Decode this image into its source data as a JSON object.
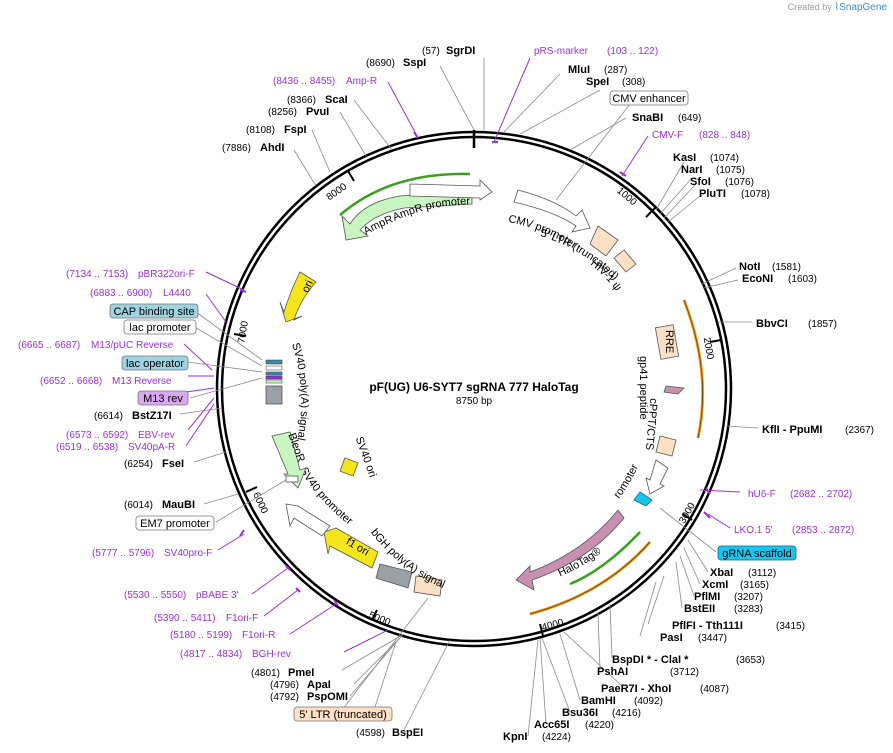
{
  "credit": {
    "prefix": "Created by",
    "brand": "SnapGene"
  },
  "plasmid": {
    "name": "pF(UG) U6-SYT7 sgRNA 777 HaloTag",
    "size": "8750 bp"
  },
  "ticks": [
    "1000",
    "2000",
    "3000",
    "4000",
    "5000",
    "6000",
    "7000",
    "8000"
  ],
  "enzymes": [
    {
      "name": "SgrDI",
      "pos": "(57)"
    },
    {
      "name": "SspI",
      "pos": "(8690)"
    },
    {
      "name": "MluI",
      "pos": "(287)"
    },
    {
      "name": "SpeI",
      "pos": "(308)"
    },
    {
      "name": "SnaBI",
      "pos": "(649)"
    },
    {
      "name": "ScaI",
      "pos": "(8366)"
    },
    {
      "name": "PvuI",
      "pos": "(8256)"
    },
    {
      "name": "FspI",
      "pos": "(8108)"
    },
    {
      "name": "AhdI",
      "pos": "(7886)"
    },
    {
      "name": "KasI",
      "pos": "(1074)"
    },
    {
      "name": "NarI",
      "pos": "(1075)"
    },
    {
      "name": "SfoI",
      "pos": "(1076)"
    },
    {
      "name": "PluTI",
      "pos": "(1078)"
    },
    {
      "name": "NotI",
      "pos": "(1581)"
    },
    {
      "name": "EcoNI",
      "pos": "(1603)"
    },
    {
      "name": "BbvCI",
      "pos": "(1857)"
    },
    {
      "name": "KflI - PpuMI",
      "pos": "(2367)"
    },
    {
      "name": "BstZ17I",
      "pos": "(6614)"
    },
    {
      "name": "FseI",
      "pos": "(6254)"
    },
    {
      "name": "MauBI",
      "pos": "(6014)"
    },
    {
      "name": "XbaI",
      "pos": "(3112)"
    },
    {
      "name": "XcmI",
      "pos": "(3165)"
    },
    {
      "name": "PflMI",
      "pos": "(3207)"
    },
    {
      "name": "BstEII",
      "pos": "(3283)"
    },
    {
      "name": "PflFI - Tth111I",
      "pos": "(3415)"
    },
    {
      "name": "PasI",
      "pos": "(3447)"
    },
    {
      "name": "BspDI * - ClaI *",
      "pos": "(3653)"
    },
    {
      "name": "PshAI",
      "pos": "(3712)"
    },
    {
      "name": "PaeR7I - XhoI",
      "pos": "(4087)"
    },
    {
      "name": "BamHI",
      "pos": "(4092)"
    },
    {
      "name": "Bsu36I",
      "pos": "(4216)"
    },
    {
      "name": "Acc65I",
      "pos": "(4220)"
    },
    {
      "name": "KpnI",
      "pos": "(4224)"
    },
    {
      "name": "PmeI",
      "pos": "(4801)"
    },
    {
      "name": "ApaI",
      "pos": "(4796)"
    },
    {
      "name": "PspOMI",
      "pos": "(4792)"
    },
    {
      "name": "BspEI",
      "pos": "(4598)"
    }
  ],
  "primers": [
    {
      "name": "pRS-marker",
      "range": "(103 .. 122)"
    },
    {
      "name": "Amp-R",
      "range": "(8436 .. 8455)"
    },
    {
      "name": "CMV-F",
      "range": "(828 .. 848)"
    },
    {
      "name": "pBR322ori-F",
      "range": "(7134 .. 7153)"
    },
    {
      "name": "L4440",
      "range": "(6883 .. 6900)"
    },
    {
      "name": "M13/pUC Reverse",
      "range": "(6665 .. 6687)"
    },
    {
      "name": "M13 Reverse",
      "range": "(6652 .. 6668)"
    },
    {
      "name": "EBV-rev",
      "range": "(6573 .. 6592)"
    },
    {
      "name": "SV40pA-R",
      "range": "(6519 .. 6538)"
    },
    {
      "name": "hU6-F",
      "range": "(2682 .. 2702)"
    },
    {
      "name": "LKO.1 5'",
      "range": "(2853 .. 2872)"
    },
    {
      "name": "SV40pro-F",
      "range": "(5777 .. 5796)"
    },
    {
      "name": "pBABE 3'",
      "range": "(5530 .. 5550)"
    },
    {
      "name": "F1ori-F",
      "range": "(5390 .. 5411)"
    },
    {
      "name": "F1ori-R",
      "range": "(5180 .. 5199)"
    },
    {
      "name": "BGH-rev",
      "range": "(4817 .. 4834)"
    }
  ],
  "boxed_labels": {
    "cmv_enhancer": "CMV enhancer",
    "cap_binding": "CAP binding site",
    "lac_promoter": "lac promoter",
    "lac_operator": "lac operator",
    "m13_rev": "M13 rev",
    "em7": "EM7 promoter",
    "grna": "gRNA scaffold",
    "ltr_trunc": "5' LTR (truncated)"
  },
  "features": {
    "ampr": "AmpR",
    "ampr_promoter": "AmpR promoter",
    "ori": "ori",
    "cmv_promoter": "CMV promoter",
    "ltr5": "5' LTR (truncated)",
    "hiv1": "HIV-1 ψ",
    "rre": "RRE",
    "gp41": "gp41 peptide",
    "cppt": "cPPT/CTS",
    "u6": "U6 promoter",
    "halotag": "HaloTag®",
    "bgh": "bGH poly(A) signal",
    "f1ori": "f1 ori",
    "sv40_promoter": "SV40 promoter",
    "bleor": "BleoR",
    "sv40_ori": "SV40 ori",
    "sv40_polya": "SV40 poly(A) signal"
  },
  "colors": {
    "primer": "#9b30d9",
    "halotag": "#c98fb0",
    "ampr": "#c8f5c0",
    "ori": "#f5e61c",
    "cmv": "#ffffff",
    "ltr": "#fde0c5",
    "scaffold": "#18c5ef",
    "orange": "#f0a030",
    "green": "#3aa020"
  }
}
